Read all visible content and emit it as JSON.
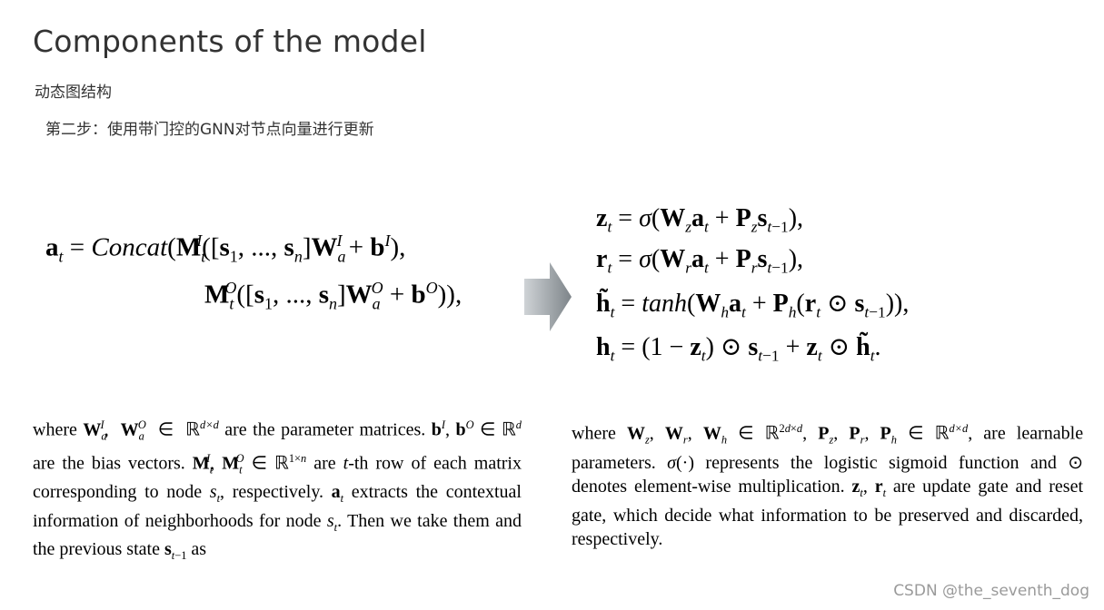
{
  "slide": {
    "title": "Components of the model",
    "subtitle": "动态图结构",
    "step": "第二步：使用带门控的GNN对节点向量进行更新"
  },
  "equations": {
    "left_line1": "a_t = Concat(M_t^I([s_1, ..., s_n]W_a^I + b^I),",
    "left_line2": "M_t^O([s_1, ..., s_n]W_a^O + b^O)),",
    "right_lines": [
      "z_t = σ(W_z a_t + P_z s_{t−1}),",
      "r_t = σ(W_r a_t + P_r s_{t−1}),",
      "h̃_t = tanh(W_h a_t + P_h(r_t ⊙ s_{t−1})),",
      "h_t = (1 − z_t) ⊙ s_{t−1} + z_t ⊙ h̃_t."
    ]
  },
  "paragraphs": {
    "left": "where W_a^I, W_a^O ∈ ℝ^{d×d} are the parameter matrices. b^I, b^O ∈ ℝ^d are the bias vectors. M_t^I, M_t^O ∈ ℝ^{1×n} are t-th row of each matrix corresponding to node s_t, respectively. a_t extracts the contextual information of neighborhoods for node s_t. Then we take them and the previous state s_{t−1} as",
    "right": "where W_z, W_r, W_h ∈ ℝ^{2d×d}, P_z, P_r, P_h ∈ ℝ^{d×d}, are learnable parameters. σ(·) represents the logistic sigmoid function and ⊙ denotes element-wise multiplication. z_t, r_t are update gate and reset gate, which decide what information to be preserved and discarded, respectively."
  },
  "watermark": "CSDN @the_seventh_dog",
  "colors": {
    "arrow_start": "#cfd3d6",
    "arrow_end": "#7d8489"
  }
}
